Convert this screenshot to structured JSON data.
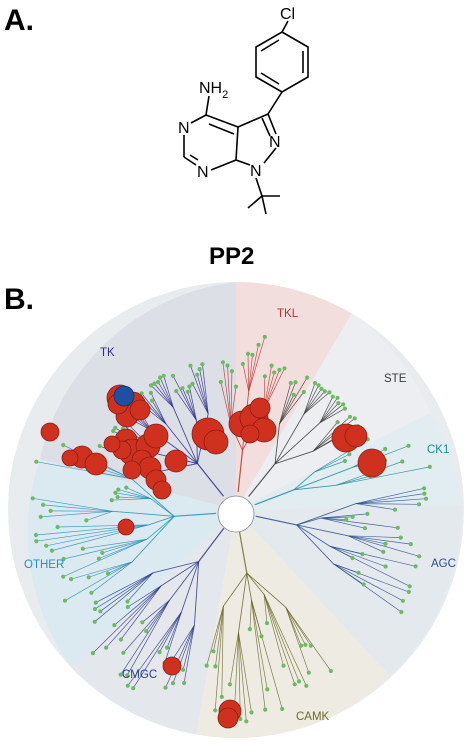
{
  "figure": {
    "panel_a_label": "A.",
    "panel_b_label": "B."
  },
  "compound": {
    "name": "PP2",
    "atoms": {
      "chlorine": "Cl",
      "amine": "NH",
      "amine_subscript": "2",
      "n_pyrimidine_top": "N",
      "n_pyrimidine_bottom": "N",
      "n_pyrazole_2": "N",
      "n_pyrazole_1": "N"
    }
  },
  "kinome_tree": {
    "families": [
      {
        "key": "TK",
        "label": "TK",
        "color": "#2e2f8a"
      },
      {
        "key": "TKL",
        "label": "TKL",
        "color": "#c0302c"
      },
      {
        "key": "STE",
        "label": "STE",
        "color": "#3a3a3a"
      },
      {
        "key": "CK1",
        "label": "CK1",
        "color": "#1d8a95"
      },
      {
        "key": "AGC",
        "label": "AGC",
        "color": "#2a4f8e"
      },
      {
        "key": "CAMK",
        "label": "CAMK",
        "color": "#6b6a2a"
      },
      {
        "key": "CMGC",
        "label": "CMGC",
        "color": "#2b3c8a"
      },
      {
        "key": "OTHER",
        "label": "OTHER",
        "color": "#2a8fb5"
      }
    ],
    "hit_color": "#d0311f",
    "highlight_color": "#1f4fa3",
    "leaf_color": "#6fb865"
  }
}
